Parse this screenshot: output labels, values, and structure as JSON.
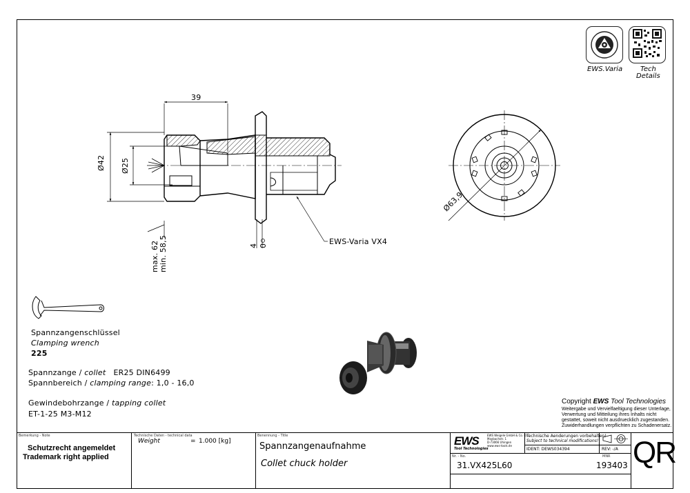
{
  "dimensions": {
    "length_39": "39",
    "dia_42": "Ø42",
    "dia_25": "Ø25",
    "max": "max. 62",
    "min": "min. 58,5",
    "d4": "4",
    "d0": "0",
    "dia_63_9": "Ø63,9",
    "callout": "EWS-Varia VX4"
  },
  "top_icons": {
    "varia_label": "EWS.Varia",
    "tech_label_1": "Tech",
    "tech_label_2": "Details"
  },
  "accessories": {
    "wrench_de": "Spannzangenschlüssel",
    "wrench_en": "Clamping wrench",
    "wrench_size": "225",
    "collet_de": "Spannzange / ",
    "collet_en": "collet",
    "collet_spec": "ER25   DIN6499",
    "range_de": "Spannbereich / ",
    "range_en": "clamping range",
    "range_val": ": 1,0 - 16,0",
    "tapping_de": "Gewindebohrzange / ",
    "tapping_en": "tapping collet",
    "tapping_spec": "ET-1-25   M3-M12"
  },
  "copyright": {
    "heading_prefix": "Copyright ",
    "heading_brand": "EWS",
    "heading_suffix": " Tool Technologies",
    "lines": [
      "Weitergabe und Vervielfaeltigung dieser Unterlage,",
      "Verwertung und Mitteilung ihres Inhalts nicht",
      "gestattet, soweit nicht ausdruecklich zugestanden.",
      "Zuwiderhandlungen verpflichten zu Schadenersatz."
    ]
  },
  "title_block": {
    "note_label": "Bemerkung - Note",
    "note_line1": "Schutzrecht angemeldet",
    "note_line2": "Trademark right applied",
    "tech_label": "Technische Daten - technical data",
    "weight_label": "Weight",
    "weight_eq": "=",
    "weight_value": "1.000 [kg]",
    "title_label": "Benennung - Title",
    "title_de": "Spannzangenaufnahme",
    "title_en": "Collet chuck holder",
    "logo": "EWS",
    "logo_sub": "Tool Technologies",
    "company_1": "EWS Weigele GmbH & Co. KG",
    "company_2": "Maybachstr. 1",
    "company_3": "D-73066 Uhingen",
    "company_4": "www.ews-tools.de",
    "changes_1": "Technische Aenderungen vorbehalten!",
    "changes_2": "Subject to technical modifications!",
    "nr_label": "Nr. - No.",
    "part_no": "31.VX425L60",
    "ident": "IDENT: DEWS034394",
    "rev": "REV: -/A",
    "mnr_label": "MNR",
    "mnr": "193403",
    "qr": "QR"
  }
}
